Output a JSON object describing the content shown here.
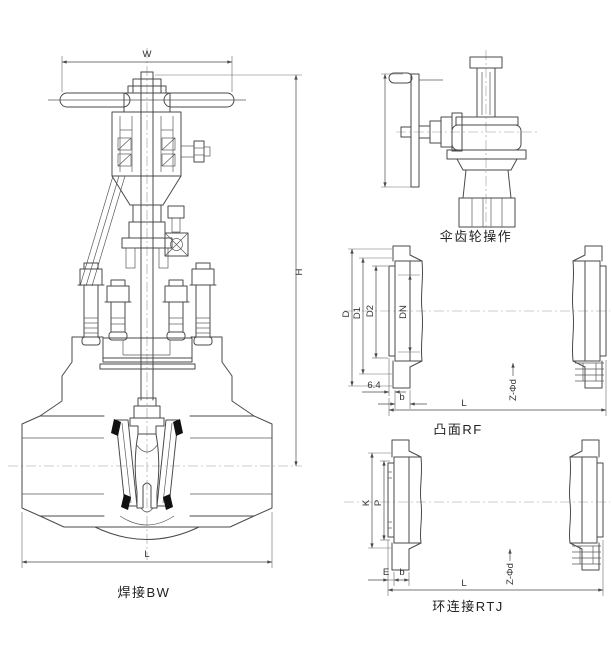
{
  "views": {
    "bw": {
      "caption": "焊接BW",
      "dim_width": "W",
      "dim_height": "H",
      "dim_length": "L"
    },
    "gear": {
      "caption": "伞齿轮操作"
    },
    "rf": {
      "caption": "凸面RF",
      "dim_od": "D",
      "dim_bolt_circle": "D1",
      "dim_face": "D2",
      "dim_bore": "DN",
      "dim_face_height": "6.4",
      "dim_thickness": "b",
      "dim_length": "L",
      "dim_bolt_holes": "Z-Φd"
    },
    "rtj": {
      "caption": "环连接RTJ",
      "dim_k": "K",
      "dim_p": "P",
      "dim_e": "E",
      "dim_thickness": "b",
      "dim_length": "L",
      "dim_bolt_holes": "Z-Φd"
    }
  },
  "colors": {
    "background": "#ffffff",
    "line": "#4a4a4a",
    "text": "#333333",
    "seat_fill": "#111111"
  }
}
